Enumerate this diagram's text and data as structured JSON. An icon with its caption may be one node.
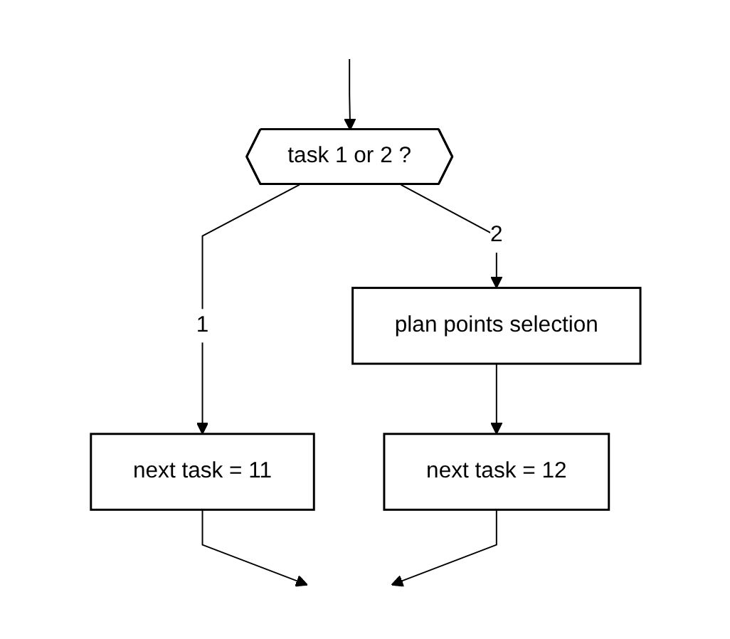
{
  "diagram": {
    "nodes": [
      {
        "text": [
          "task 1 or 2 ?"
        ]
      },
      {
        "text": [
          "plan points selection"
        ]
      },
      {
        "text": [
          "next task = 11"
        ]
      },
      {
        "text": [
          "next task = 12"
        ]
      }
    ],
    "edges": [
      {
        "from": null,
        "to": 0,
        "arrow": "to"
      },
      {
        "from": 0,
        "to": 2,
        "arrow": "to",
        "label": "1"
      },
      {
        "from": 0,
        "to": 1,
        "arrow": "to",
        "label": "2"
      },
      {
        "from": 1,
        "to": 3,
        "arrow": "to"
      },
      {
        "from": 2,
        "to": null,
        "arrow": "to"
      },
      {
        "from": 3,
        "to": null,
        "arrow": "to"
      }
    ]
  }
}
